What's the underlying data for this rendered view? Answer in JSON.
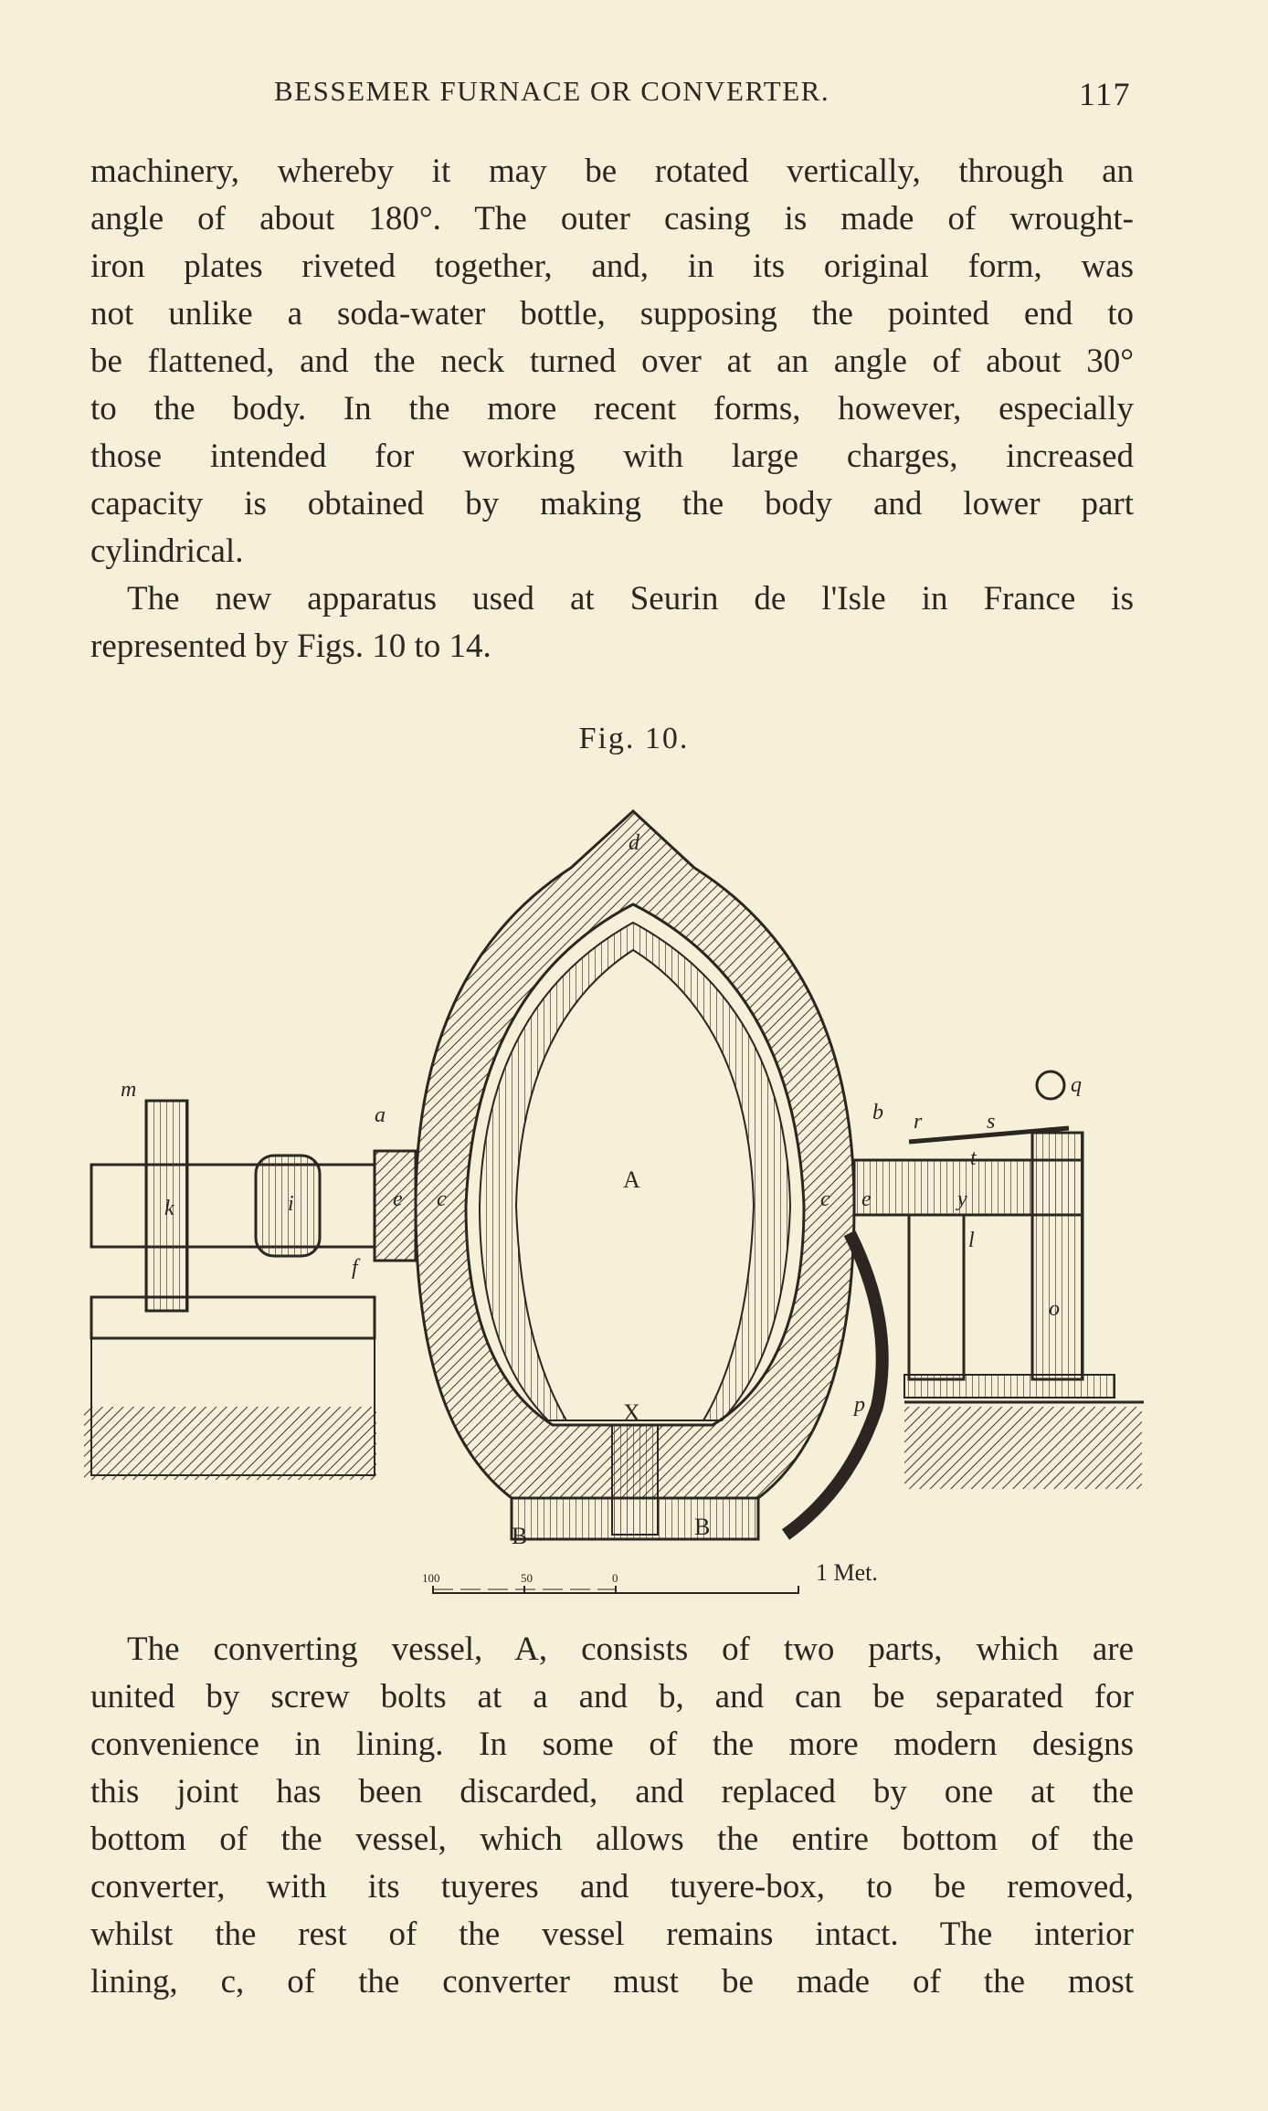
{
  "header": {
    "title": "BESSEMER FURNACE OR CONVERTER.",
    "page_number": "117"
  },
  "paragraph1": {
    "lines": [
      "machinery, whereby it may be rotated vertically, through an",
      "angle of about 180°.  The outer casing is made of wrought-",
      "iron plates riveted together, and, in its original form, was",
      "not unlike a soda-water bottle, supposing the pointed end to",
      "be flattened, and the neck turned over at an angle of about 30°",
      "to the body.  In the more recent forms, however, especially",
      "those intended for working with large charges, increased",
      "capacity is obtained by making the body and lower part",
      "cylindrical."
    ]
  },
  "paragraph2": {
    "lines": [
      "The new apparatus used at Seurin de l'Isle in France is",
      "represented by Figs. 10 to 14."
    ]
  },
  "figure": {
    "caption": "Fig. 10.",
    "labels": {
      "d": "d",
      "m": "m",
      "k": "k",
      "i": "i",
      "f": "f",
      "a": "a",
      "e": "e",
      "c": "c",
      "A": "A",
      "b": "b",
      "r": "r",
      "s": "s",
      "q": "q",
      "t": "t",
      "y": "y",
      "l": "l",
      "o": "o",
      "p": "p",
      "X": "X",
      "B": "B"
    },
    "scale": {
      "t100": "100",
      "t50": "50",
      "t0": "0",
      "unit": "1 Met."
    }
  },
  "paragraph3": {
    "lines": [
      "The converting vessel, A, consists of two parts, which are",
      "united by screw bolts at a and b, and can be separated for",
      "convenience in lining.  In some of the more modern designs",
      "this joint has been discarded, and replaced by one at the",
      "bottom of the vessel, which allows the entire bottom of the",
      "converter, with its tuyeres and tuyere-box, to be removed,",
      "whilst the rest of the vessel remains intact.  The interior",
      "lining, c, of the converter must be made of the most"
    ]
  }
}
